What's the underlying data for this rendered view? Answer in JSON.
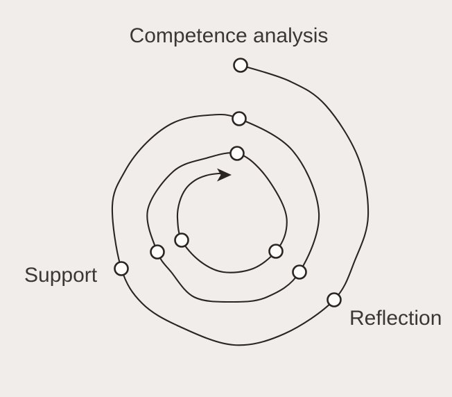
{
  "diagram": {
    "type": "spiral-process",
    "direction": "clockwise-inward",
    "node_count": 9,
    "labels": {
      "competence": {
        "text": "Competence analysis"
      },
      "support": {
        "text": "Support"
      },
      "reflection": {
        "text": "Reflection"
      }
    },
    "colors": {
      "background": "#f0edea",
      "line": "#2b2521",
      "node_fill": "#fefdfc",
      "text": "#3b3734"
    }
  }
}
